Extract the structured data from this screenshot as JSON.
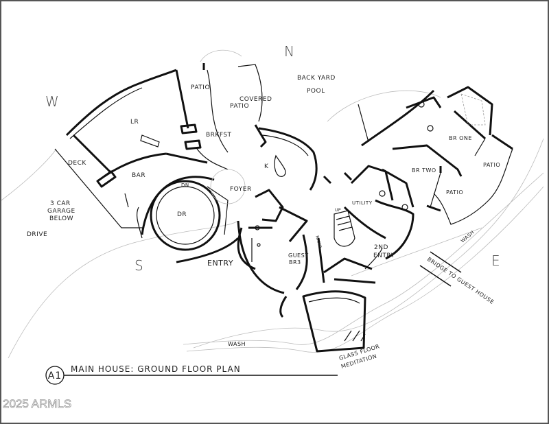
{
  "sheet": {
    "title_marker": "A1",
    "title": "MAIN HOUSE: GROUND FLOOR PLAN",
    "watermark": "2025 ARMLS"
  },
  "compass": {
    "north": "N",
    "south": "S",
    "east": "E",
    "west": "W"
  },
  "rooms": {
    "back_yard_pool_1": "BACK YARD",
    "back_yard_pool_2": "POOL",
    "patio_north": "PATIO",
    "covered_patio_1": "COVERED",
    "covered_patio_2": "PATIO",
    "living_room": "LR",
    "breakfast": "BRKFST",
    "kitchen": "K",
    "deck": "DECK",
    "bar": "BAR",
    "down": "DN",
    "dining_room": "DR",
    "foyer": "FOYER",
    "garage_1": "3 CAR",
    "garage_2": "GARAGE",
    "garage_3": "BELOW",
    "drive": "DRIVE",
    "entry": "ENTRY",
    "guest_br_1": "GUEST",
    "guest_br_2": "BR3",
    "ramp": "RAMP",
    "utility": "UTILITY",
    "up": "UP",
    "second_entry_1": "2ND",
    "second_entry_2": "ENTRY",
    "br_one": "BR ONE",
    "br_two": "BR TWO",
    "patio_br_one": "PATIO",
    "patio_br_two": "PATIO",
    "wash_east": "WASH",
    "wash_south": "WASH",
    "bridge": "BRIDGE TO GUEST HOUSE",
    "meditation_1": "GLASS FLOOR",
    "meditation_2": "MEDITATION"
  }
}
